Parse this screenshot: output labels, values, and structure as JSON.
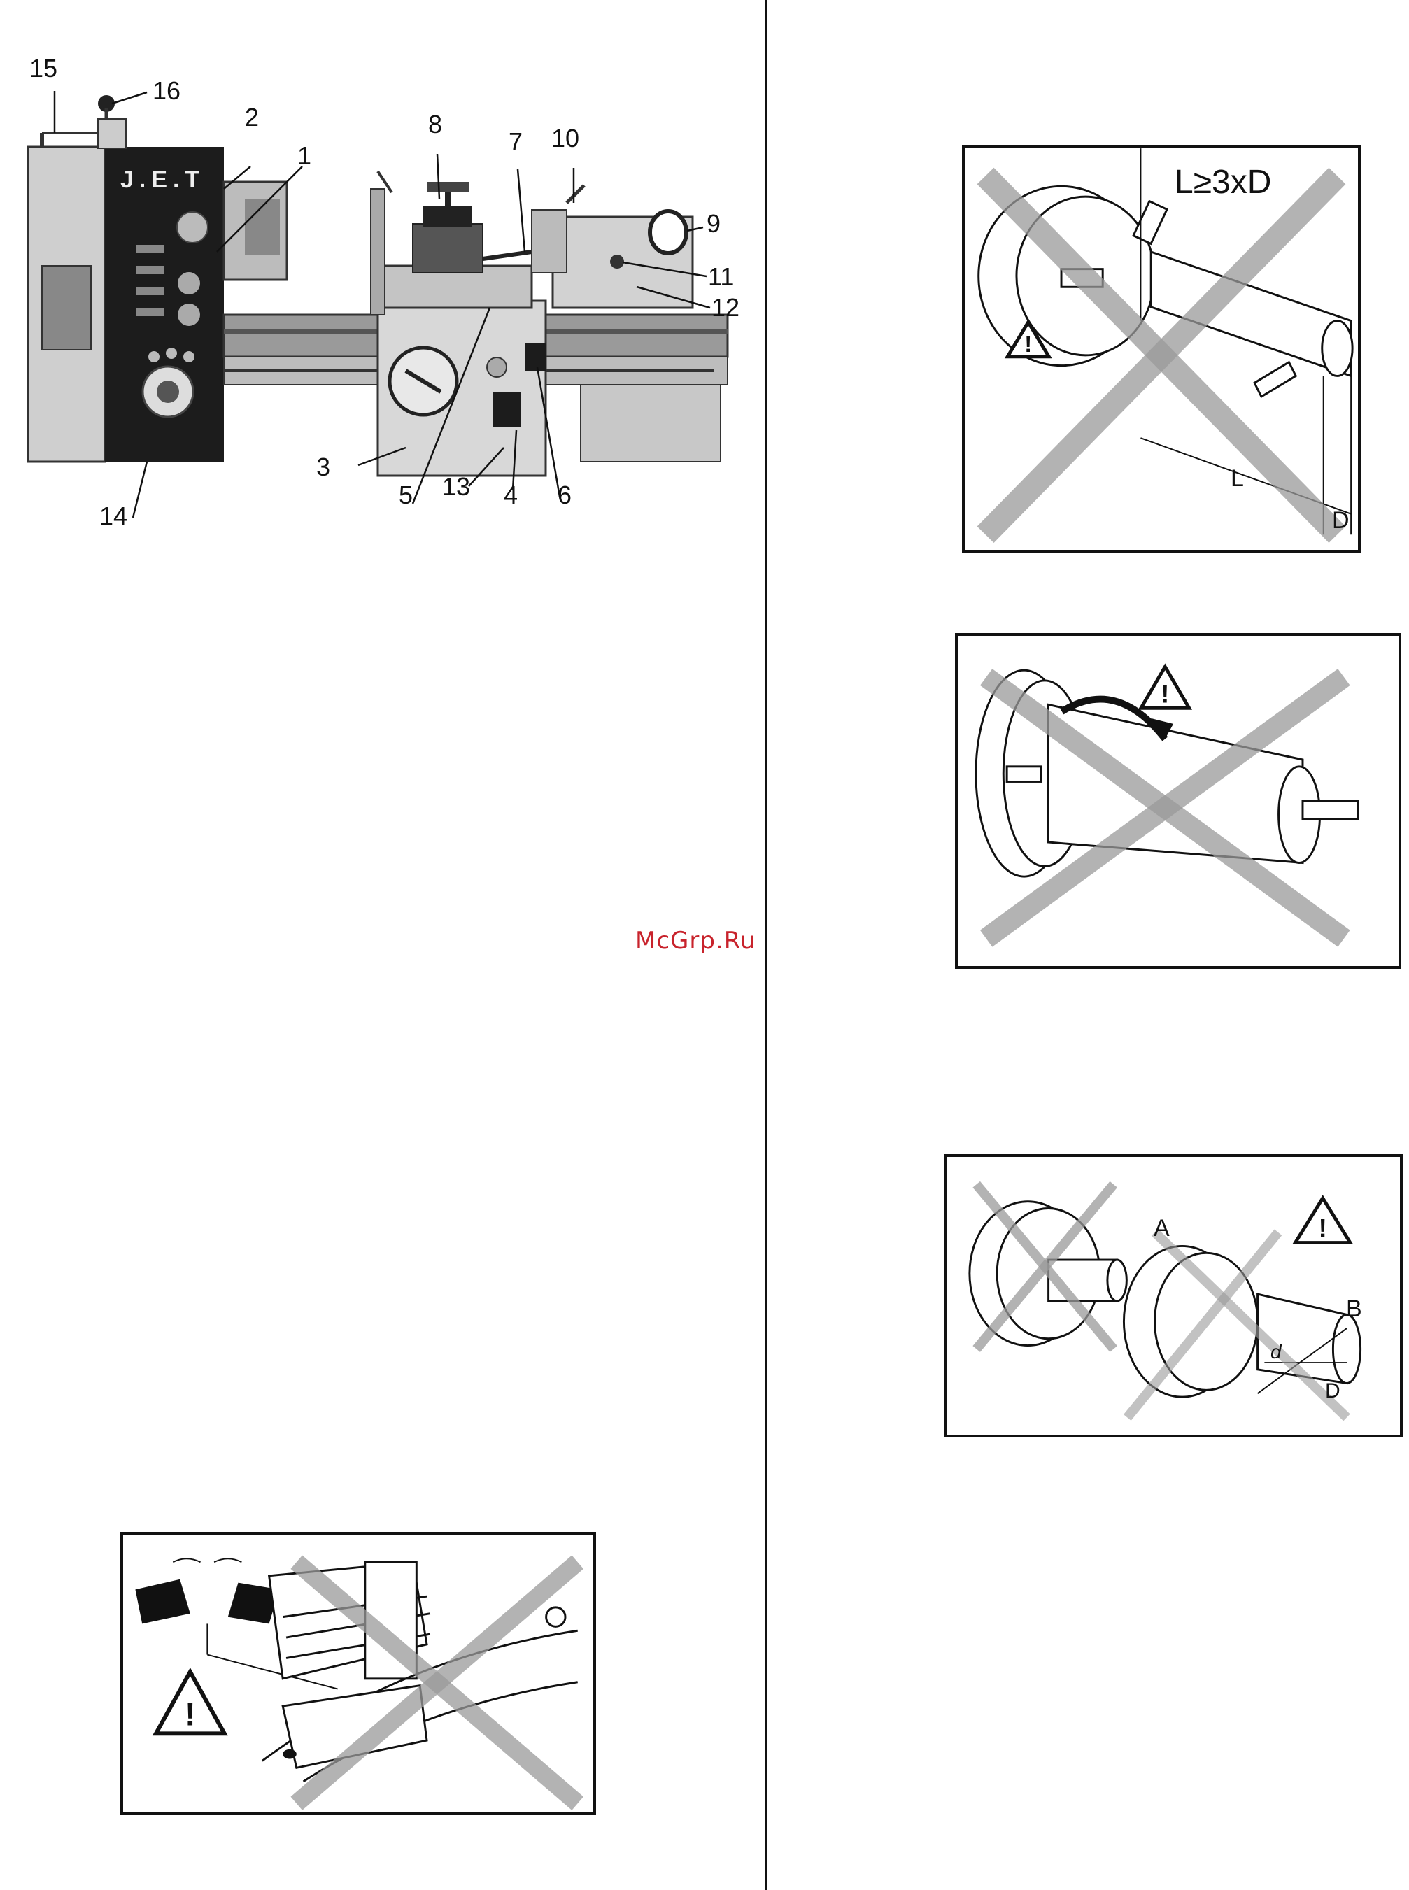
{
  "watermark": "McGrp.Ru",
  "lathe_figure": {
    "brand": "J.E.T",
    "callouts": [
      "1",
      "2",
      "3",
      "4",
      "5",
      "6",
      "7",
      "8",
      "9",
      "10",
      "11",
      "12",
      "13",
      "14",
      "15",
      "16"
    ]
  },
  "warning_fig_1": {
    "formula": "L≥3xD",
    "label_length": "L",
    "label_diameter": "D"
  },
  "warning_fig_3": {
    "label_a": "A",
    "label_b": "B",
    "label_small_d": "d",
    "label_big_d": "D"
  },
  "colors": {
    "text": "#111111",
    "watermark": "#c8232c",
    "hatch": "#9a9a9a"
  }
}
